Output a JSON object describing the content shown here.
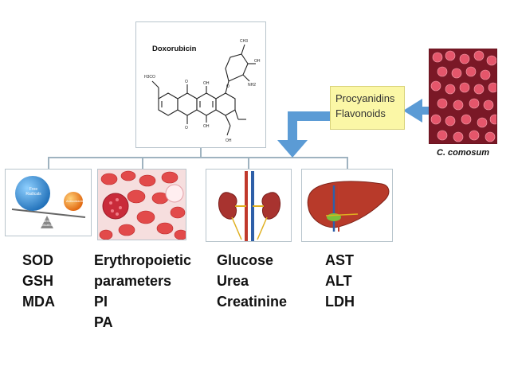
{
  "center_box": {
    "title": "Doxorubicin"
  },
  "chem_labels": [
    "H3CO",
    "O",
    "OH",
    "OH",
    "O",
    "O",
    "OH",
    "OH",
    "NH2",
    "CH3"
  ],
  "source_box": {
    "line1": "Procyanidins",
    "line2": "Flavonoids"
  },
  "plant": {
    "caption": "C. comosum"
  },
  "panel1_labels": {
    "left": "Free Radicals",
    "right": "Antioxidants",
    "bottom": "Stress Situation"
  },
  "lists": {
    "oxidative": [
      "SOD",
      "GSH",
      "MDA"
    ],
    "erythropoietic": [
      "Erythropoietic",
      "parameters",
      "PI",
      "PA"
    ],
    "renal": [
      "Glucose",
      "Urea",
      "Creatinine"
    ],
    "hepatic": [
      "AST",
      "ALT",
      "LDH"
    ]
  },
  "colors": {
    "arrow": "#5b9bd5",
    "yellow": "#fbf7a6",
    "connector": "#9fb3c0"
  }
}
